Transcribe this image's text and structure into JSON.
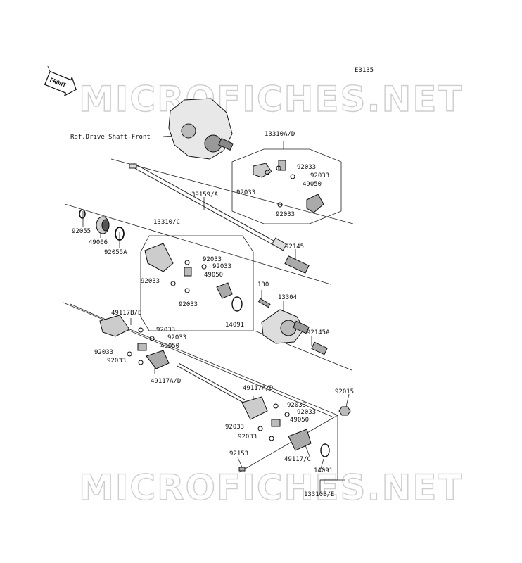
{
  "diagram_code": "E3135",
  "front_badge": "FRONT",
  "watermark": "MICROFICHES.NET",
  "reference_label": "Ref.Drive Shaft-Front",
  "parts": {
    "p13310AD": "13310A/D",
    "p13310C": "13310/C",
    "p13310BE": "13310B/E",
    "p39159A": "39159/A",
    "p92145": "92145",
    "p92145A": "92145A",
    "p92055": "92055",
    "p49006": "49006",
    "p92055A": "92055A",
    "p130": "130",
    "p13304": "13304",
    "p14091a": "14091",
    "p14091b": "14091",
    "p49117BE": "49117B/E",
    "p49117AD_a": "49117A/D",
    "p49117AD_b": "49117A/D",
    "p49117C": "49117/C",
    "p92015": "92015",
    "p92153": "92153",
    "g1_92033_a": "92033",
    "g1_92033_b": "92033",
    "g1_92033_c": "92033",
    "g1_92033_d": "92033",
    "g1_49050": "49050",
    "g2_92033_a": "92033",
    "g2_92033_b": "92033",
    "g2_92033_c": "92033",
    "g2_92033_d": "92033",
    "g2_49050": "49050",
    "g3_92033_a": "92033",
    "g3_92033_b": "92033",
    "g3_92033_c": "92033",
    "g3_92033_d": "92033",
    "g3_49050": "49050",
    "g4_92033_a": "92033",
    "g4_92033_b": "92033",
    "g4_92033_c": "92033",
    "g4_92033_d": "92033",
    "g4_49050": "49050"
  }
}
